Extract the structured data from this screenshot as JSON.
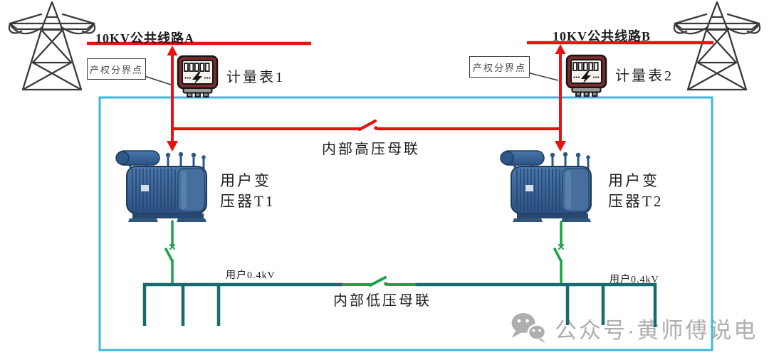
{
  "colors": {
    "red": "#e61310",
    "cyan": "#3cb9da",
    "green": "#1aa34a",
    "teal": "#186a6c",
    "ink": "#1c1c1c",
    "boxborder": "#3a3a3a",
    "boxtext": "#4a4a4a",
    "meterframe": "#7a2c2c",
    "meterface": "#f6f1ec",
    "meterbase": "#9b9b9b",
    "tower": "#3a3a3a",
    "tblue": "#3a689e",
    "tbluedark": "#1d3a5c",
    "wm": "#b0adad"
  },
  "labels": {
    "line_a": "10KV公共线路A",
    "line_b": "10KV公共线路B",
    "boundary_left": "产权分界点",
    "boundary_right": "产权分界点",
    "meter_1": "计量表1",
    "meter_2": "计量表2",
    "hv_tie": "内部高压母联",
    "lv_tie": "内部低压母联",
    "t1_line1": "用户变",
    "t1_line2": "压器T1",
    "t2_line1": "用户变",
    "t2_line2": "压器T2",
    "lv_left": "用户0.4kV",
    "lv_right": "用户0.4kV"
  },
  "watermark": {
    "text": "公众号·黄师傅说电",
    "icon": "wechat-logo"
  },
  "icons": {
    "meter_icon": "electric-meter-with-lightning-bolt",
    "transformer_icon": "blue-oil-transformer",
    "tower_icon": "transmission-pylon",
    "switch_icon": "disconnect-switch-blade"
  }
}
